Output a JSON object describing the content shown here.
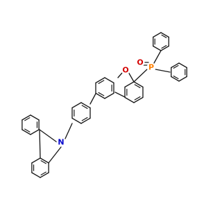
{
  "figure": {
    "background": "#ffffff",
    "bond_color": "#1a1a1a"
  },
  "atoms": {
    "oxygen_furan": {
      "symbol": "O",
      "color": "#d40000"
    },
    "oxygen_oxide": {
      "symbol": "O",
      "color": "#d40000"
    },
    "phosphorus": {
      "symbol": "P",
      "color": "#ff8000"
    },
    "nitrogen": {
      "symbol": "N",
      "color": "#0000cc"
    }
  }
}
